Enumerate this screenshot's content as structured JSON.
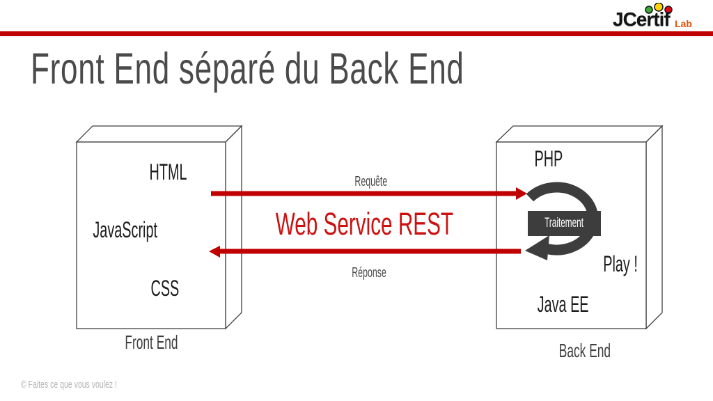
{
  "slide": {
    "title": "Front End séparé du Back End",
    "footer": "© Faites ce que vous voulez !"
  },
  "logo": {
    "brand": "JCertif",
    "suffix": "Lab",
    "dot_colors": [
      "#3AAA35",
      "#FFD500",
      "#E30613"
    ]
  },
  "colors": {
    "accent_red": "#C00000",
    "channel_text_red": "#CC1111",
    "dark_gray": "#3D3D3D",
    "title_gray": "#4A4A4A",
    "footer_gray": "#B3B3B3"
  },
  "diagram": {
    "front_end": {
      "label": "Front End",
      "items": [
        "HTML",
        "JavaScript",
        "CSS"
      ]
    },
    "back_end": {
      "label": "Back End",
      "items": [
        "PHP",
        "Play !",
        "Java EE"
      ]
    },
    "request_label": "Requête",
    "response_label": "Réponse",
    "channel_label": "Web Service REST",
    "process_label": "Traitement"
  }
}
